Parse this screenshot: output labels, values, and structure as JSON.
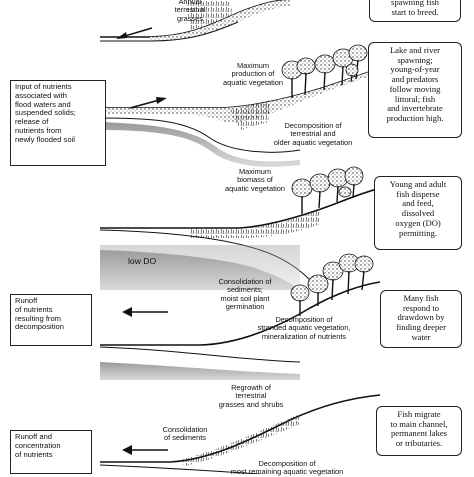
{
  "panels": [
    {
      "labels": [
        "Annual\nterrestrial\ngrasses"
      ],
      "right_box": "spawning fish\nstart to breed."
    },
    {
      "left_box": "Input of nutrients\nassociated with\nflood waters and\nsuspended solids;\nrelease of\nnutrients from\nnewly flooded soil",
      "labels": [
        "Maximum\nproduction of\naquatic vegetation",
        "Decomposition of\nterrestrial and\nolder aquatic vegetation"
      ],
      "right_box": "Lake and river\nspawning;\nyoung-of-year\nand predators\nfollow moving\nlittoral; fish\nand invertebrate\nproduction high."
    },
    {
      "labels": [
        "Maximum\nbiomass of\naquatic vegetation"
      ],
      "low_do": "low  DO",
      "right_box": "Young and adult\nfish disperse\nand feed,\ndissolved\noxygen (DO)\npermitting."
    },
    {
      "left_box": "Runoff\nof nutrients\nresulting from\ndecomposition",
      "labels": [
        "Consolidation of\nsediments;\nmoist soil plant\ngermination",
        "Decomposition of\nstranded aquatic vegetation,\nmineralization of nutrients"
      ],
      "right_box": "Many fish\nrespond to\ndrawdown by\nfinding deeper\nwater"
    },
    {
      "left_box": "Runoff and\nconcentration\nof nutrients",
      "labels": [
        "Regrowth of\nterrestrial\ngrasses and shrubs",
        "Consolidation\nof sediments",
        "Decomposition of\nmost remaining aquatic vegetation"
      ],
      "right_box": "Fish migrate\nto main channel,\npermanent lakes\nor tributaries."
    }
  ]
}
